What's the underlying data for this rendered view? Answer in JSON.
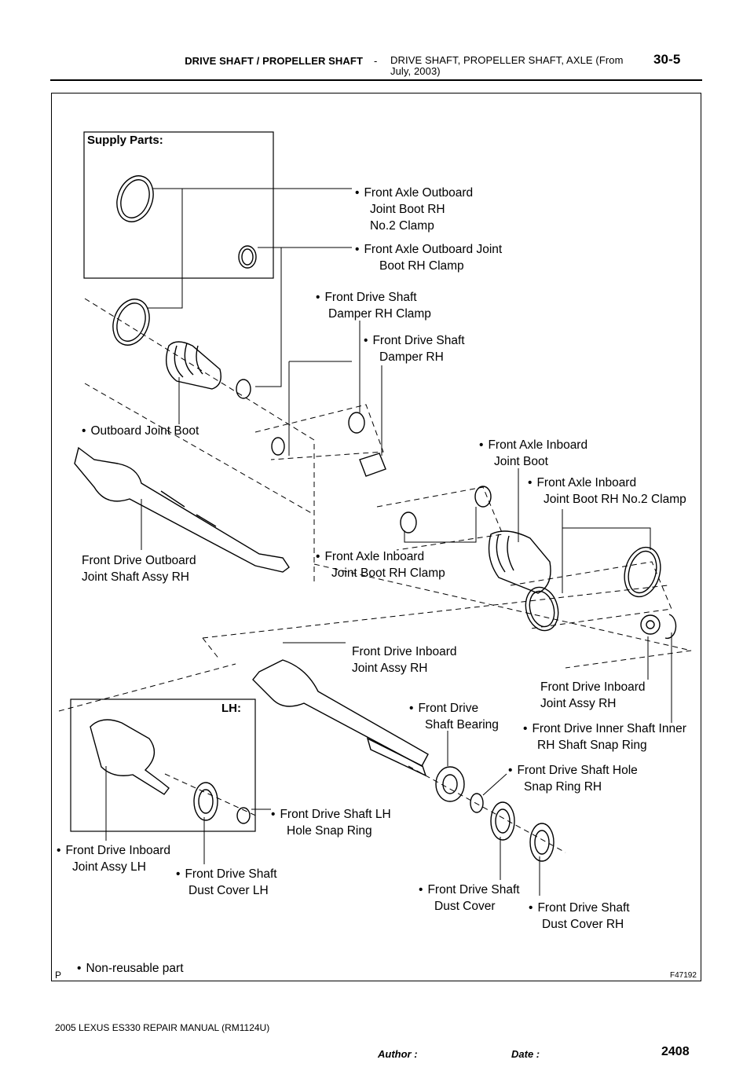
{
  "header": {
    "section": "DRIVE SHAFT / PROPELLER SHAFT",
    "dash": "-",
    "subsection": "DRIVE SHAFT, PROPELLER SHAFT, AXLE (From July, 2003)",
    "page_code": "30-5"
  },
  "figure": {
    "supply_parts_title": "Supply Parts:",
    "lh_title": "LH:",
    "figure_code": "F47192",
    "p_mark": "P",
    "labels": {
      "axle_outboard_boot_no2_clamp": [
        "Front Axle Outboard",
        "Joint Boot RH",
        "No.2 Clamp"
      ],
      "axle_outboard_boot_clamp": [
        "Front  Axle  Outboard  Joint",
        "Boot RH Clamp"
      ],
      "damper_clamp": [
        "Front Drive Shaft",
        "Damper RH Clamp"
      ],
      "damper": [
        "Front Drive Shaft",
        "Damper RH"
      ],
      "outboard_joint_boot": [
        "Outboard Joint Boot"
      ],
      "axle_inboard_boot": [
        "Front Axle Inboard",
        "Joint Boot"
      ],
      "axle_inboard_boot_no2_clamp": [
        "Front Axle Inboard",
        "Joint Boot RH No.2 Clamp"
      ],
      "outboard_joint_shaft": [
        "Front Drive Outboard",
        "Joint Shaft Assy RH"
      ],
      "axle_inboard_boot_clamp": [
        "Front Axle Inboard",
        "Joint Boot RH Clamp"
      ],
      "inboard_joint_assy_upper": [
        "Front Drive Inboard",
        "Joint Assy RH"
      ],
      "inboard_joint_assy_right": [
        "Front Drive Inboard",
        "Joint Assy RH"
      ],
      "shaft_bearing": [
        "Front Drive",
        "Shaft Bearing"
      ],
      "inner_shaft_snap_ring": [
        "Front Drive Inner Shaft Inner",
        "RH Shaft Snap Ring"
      ],
      "hole_snap_ring_rh": [
        "Front Drive Shaft Hole",
        "Snap Ring RH"
      ],
      "lh_hole_snap_ring": [
        "Front Drive Shaft LH",
        "Hole Snap Ring"
      ],
      "inboard_joint_assy_lh": [
        "Front Drive Inboard",
        "Joint Assy LH"
      ],
      "dust_cover_lh": [
        "Front Drive Shaft",
        "Dust Cover LH"
      ],
      "dust_cover": [
        "Front Drive Shaft",
        "Dust Cover"
      ],
      "dust_cover_rh": [
        "Front Drive Shaft",
        "Dust Cover RH"
      ],
      "non_reusable": [
        "Non-reusable part"
      ]
    }
  },
  "footer": {
    "manual": "2005 LEXUS ES330 REPAIR MANUAL   (RM1124U)",
    "page_number": "2408",
    "author_label": "Author :",
    "date_label": "Date :"
  }
}
